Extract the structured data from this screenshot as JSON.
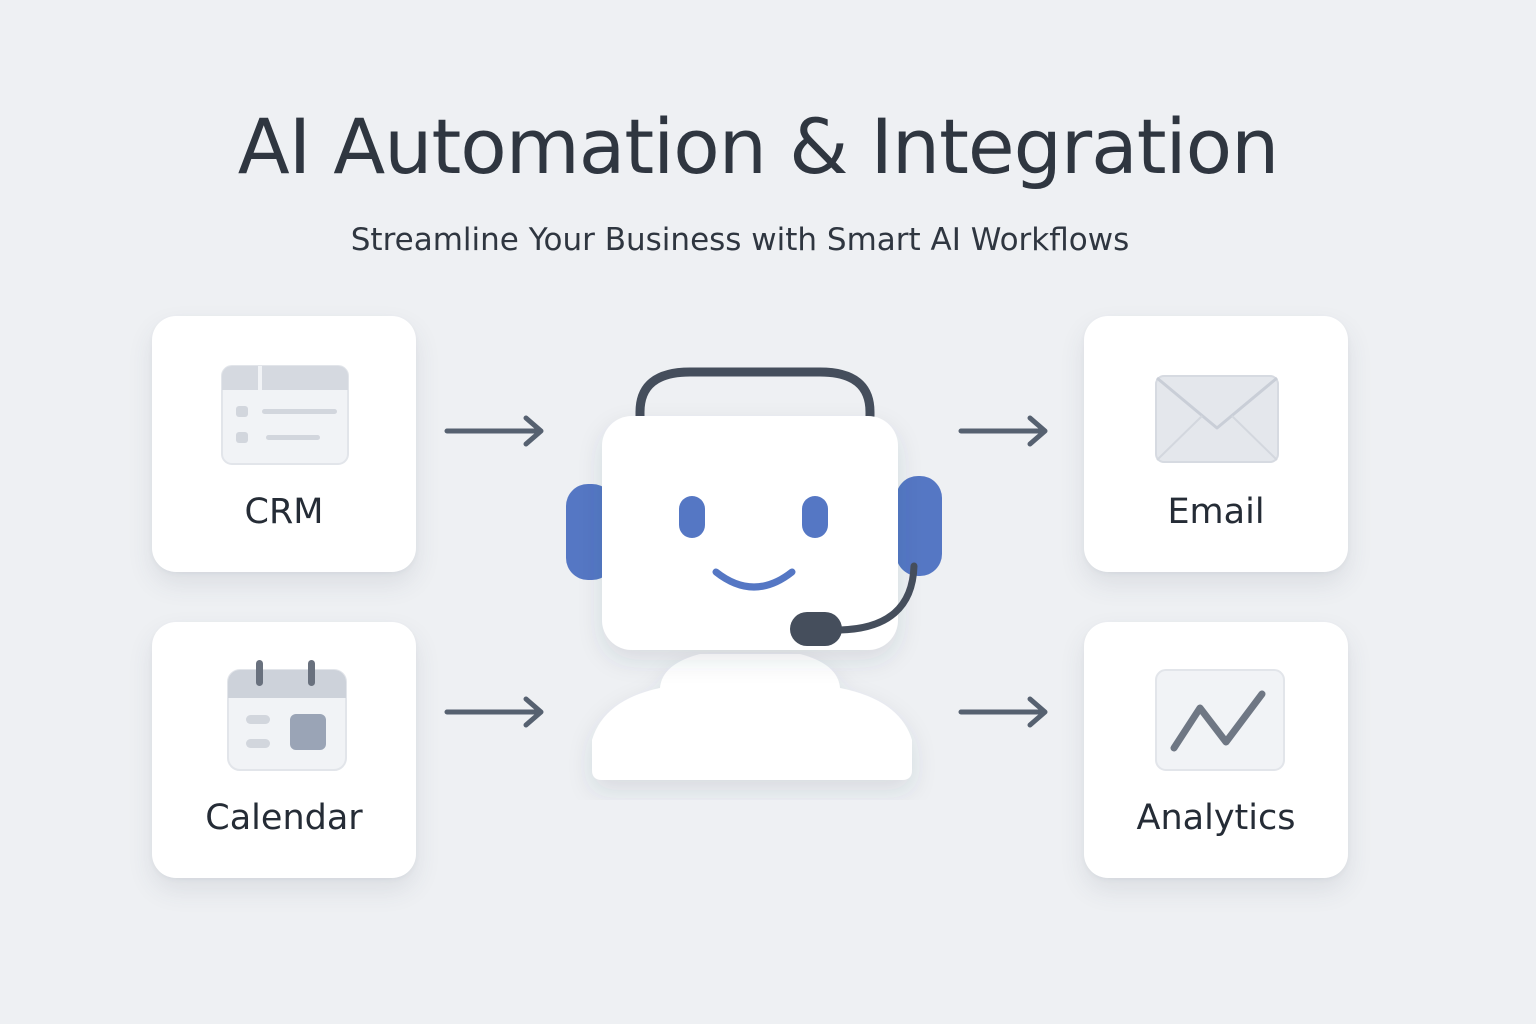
{
  "header": {
    "title": "AI Automation & Integration",
    "subtitle": "Streamline Your Business with Smart AI Workflows"
  },
  "inputs": [
    {
      "label": "CRM",
      "icon": "crm-table-icon"
    },
    {
      "label": "Calendar",
      "icon": "calendar-icon"
    }
  ],
  "outputs": [
    {
      "label": "Email",
      "icon": "envelope-icon"
    },
    {
      "label": "Analytics",
      "icon": "line-chart-icon"
    }
  ],
  "center": {
    "icon": "ai-support-agent-icon"
  },
  "colors": {
    "background": "#eef0f3",
    "card": "#ffffff",
    "text": "#2f3640",
    "accent": "#5577c4",
    "arrow": "#566170",
    "icon_gray": "#d5d9e0"
  }
}
